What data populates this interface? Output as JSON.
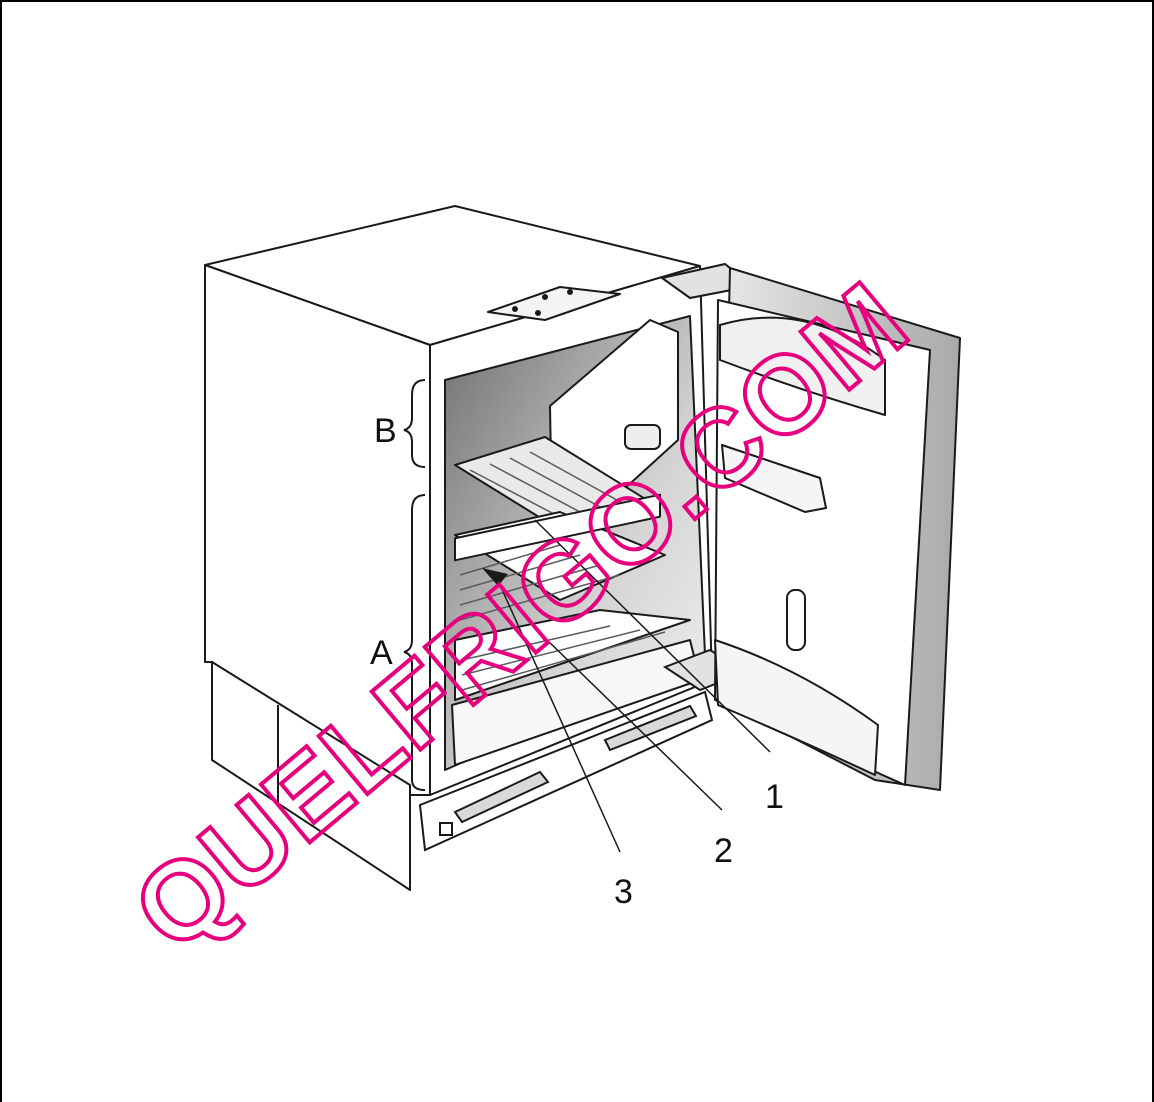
{
  "diagram": {
    "zone_labels": {
      "top": "B",
      "bottom": "A"
    },
    "callouts": [
      "1",
      "2",
      "3"
    ],
    "watermark": "QUELFRIGO.COM"
  },
  "colors": {
    "line": "#1a1a1a",
    "watermark": "#e6007e",
    "door_panel": "#b9b9b9",
    "interior_shade": "#8c8c8c"
  }
}
